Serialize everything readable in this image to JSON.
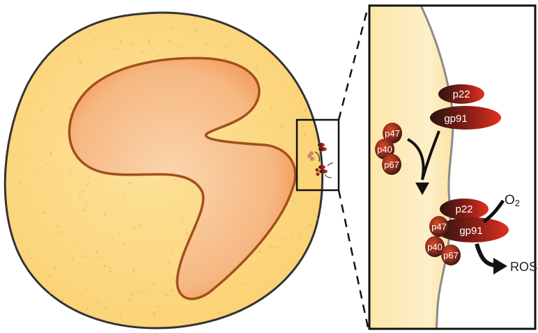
{
  "complex": {
    "membrane": {
      "p22": "p22",
      "gp91": "gp91"
    },
    "cytosolic": {
      "p47": "p47",
      "p40": "p40",
      "p67": "p67"
    }
  },
  "assembled": {
    "p22": "p22",
    "gp91": "gp91",
    "p47": "p47",
    "p40": "p40",
    "p67": "p67"
  },
  "reaction": {
    "substrate_base": "O",
    "substrate_sub": "2",
    "product": "ROS"
  },
  "colors": {
    "cytoplasm": "#fbd67c",
    "cytoplasm_light": "#fdf0c8",
    "nucleus": "#f4a66a",
    "nucleus_edge": "#a34f1d",
    "protein_red": "#d42a1f",
    "protein_dark": "#2a1410",
    "outline": "#333333"
  }
}
